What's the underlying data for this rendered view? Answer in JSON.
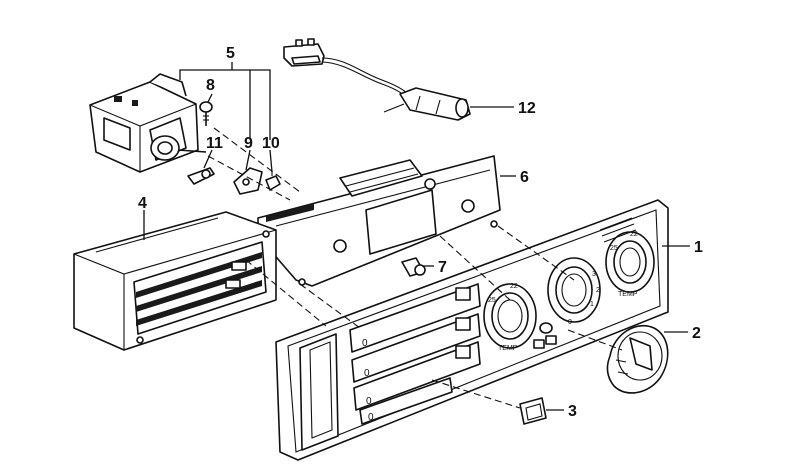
{
  "callouts": {
    "c1": "1",
    "c2": "2",
    "c3": "3",
    "c4": "4",
    "c5": "5",
    "c6": "6",
    "c7": "7",
    "c8": "8",
    "c9": "9",
    "c10": "10",
    "c11": "11",
    "c12": "12"
  },
  "panel": {
    "slot_labels": [
      "0",
      "0",
      "0",
      "0"
    ],
    "dial_left_marks": [
      "22",
      "25",
      "TEMP"
    ],
    "dial_mid_marks": [
      "3",
      "2",
      "1",
      "0"
    ],
    "dial_right_marks": [
      "22",
      "25",
      "TEMP"
    ]
  },
  "colors": {
    "ink": "#111111",
    "paper": "#ffffff"
  }
}
